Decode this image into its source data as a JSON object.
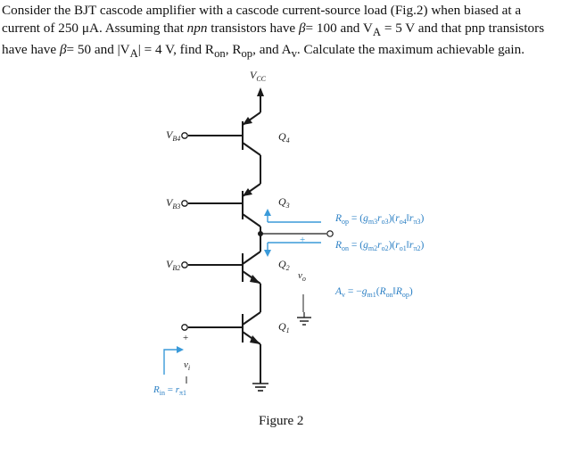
{
  "problem": {
    "line1": "Consider the BJT cascode amplifier with a cascode current-source load (Fig.2) when biased at a",
    "line2_a": "current of 250 μA. Assuming that ",
    "line2_npn": "npn",
    "line2_b": " transistors have ",
    "line2_beta": "β",
    "line2_c": "= 100 and V",
    "line2_sub": "A",
    "line2_d": " = 5 V and that pnp transistors",
    "line3_a": "have have ",
    "line3_beta": "β",
    "line3_b": "= 50 and |V",
    "line3_sub": "A",
    "line3_c": "| = 4 V, find R",
    "line3_sub_on": "on",
    "line3_d": ", R",
    "line3_sub_op": "op",
    "line3_e": ", and A",
    "line3_sub_v": "v",
    "line3_f": ". Calculate the maximum achievable gain."
  },
  "circuit": {
    "vcc": {
      "main": "V",
      "sub": "CC"
    },
    "vb4": {
      "main": "V",
      "sub": "B4"
    },
    "vb3": {
      "main": "V",
      "sub": "B3"
    },
    "vb2": {
      "main": "V",
      "sub": "B2"
    },
    "q4": {
      "main": "Q",
      "sub": "4"
    },
    "q3": {
      "main": "Q",
      "sub": "3"
    },
    "q2": {
      "main": "Q",
      "sub": "2"
    },
    "q1": {
      "main": "Q",
      "sub": "1"
    },
    "vi": {
      "main": "v",
      "sub": "i"
    },
    "vo": {
      "main": "v",
      "sub": "o"
    },
    "plus": "+",
    "minus": "−",
    "rin": {
      "main": "R",
      "sub": "in",
      "eq": " = ",
      "r": "r",
      "rsub": "π1"
    },
    "rop_eq": {
      "a": "R",
      "a_sub": "op",
      "b": " = (",
      "c": "g",
      "c_sub": "m3",
      "d": "r",
      "d_sub": "o3",
      "e": ")(",
      "f": "r",
      "f_sub": "o4",
      "g": "‖",
      "h": "r",
      "h_sub": "π3",
      "i": ")"
    },
    "ron_eq": {
      "a": "R",
      "a_sub": "on",
      "b": " = (",
      "c": "g",
      "c_sub": "m2",
      "d": "r",
      "d_sub": "o2",
      "e": ")(",
      "f": "r",
      "f_sub": "o1",
      "g": "‖",
      "h": "r",
      "h_sub": "π2",
      "i": ")"
    },
    "av_eq": {
      "a": "A",
      "a_sub": "v",
      "b": " = −",
      "c": "g",
      "c_sub": "m1",
      "d": "(",
      "e": "R",
      "e_sub": "on",
      "f": "‖",
      "g": "R",
      "g_sub": "op",
      "h": ")"
    }
  },
  "caption": "Figure 2",
  "colors": {
    "annotation": "#2a7fc4",
    "wire": "#1a1a1a"
  }
}
